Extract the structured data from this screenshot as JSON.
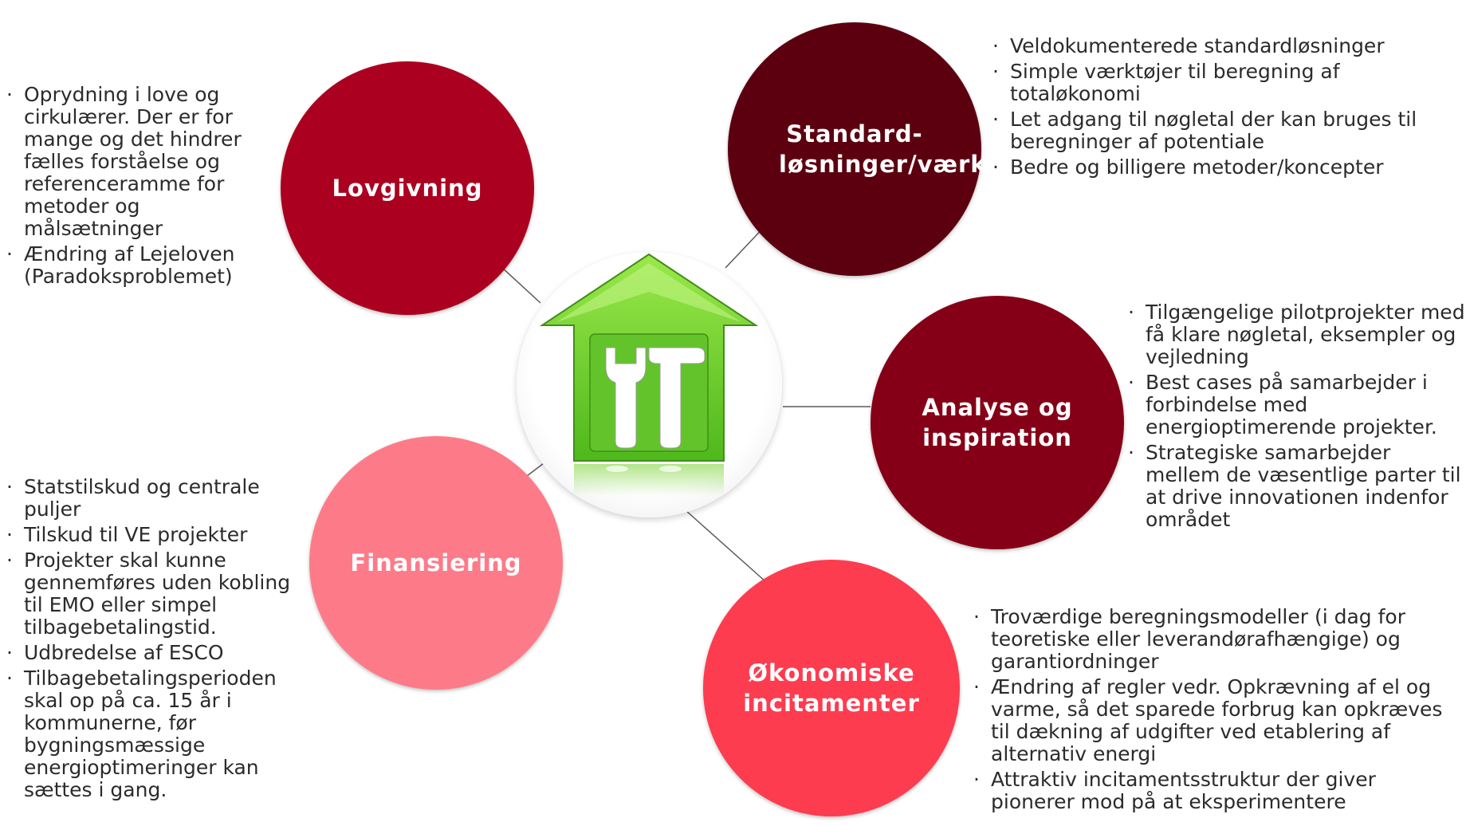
{
  "center": {
    "icon": "house-tools-icon"
  },
  "nodes": {
    "lovgivning": {
      "label": "Lovgivning",
      "color": "#ab0020",
      "bullets": [
        "Oprydning i love og cirkulærer. Der er for mange og det hindrer fælles forståelse og referenceramme for metoder og målsætninger",
        "Ændring af Lejeloven (Paradoksproblemet)"
      ]
    },
    "standard": {
      "label": "Standard-løsninger/værktøjer",
      "color": "#5c0010",
      "bullets": [
        "Veldokumenterede standardløsninger",
        "Simple værktøjer til beregning af totaløkonomi",
        "Let adgang til nøgletal der kan bruges til beregninger af potentiale",
        "Bedre og billigere metoder/koncepter"
      ]
    },
    "analyse": {
      "label": "Analyse og inspiration",
      "color": "#850017",
      "bullets": [
        "Tilgængelige pilotprojekter med få klare nøgletal, eksempler og vejledning",
        "Best cases på samarbejder i forbindelse med energioptimerende projekter.",
        "Strategiske samarbejder mellem de væsentlige parter til at drive innovationen indenfor området"
      ]
    },
    "finansiering": {
      "label": "Finansiering",
      "color": "#fd7b89",
      "bullets": [
        "Statstilskud og centrale puljer",
        "Tilskud til VE projekter",
        "Projekter skal kunne gennemføres uden kobling til EMO eller simpel tilbagebetalingstid.",
        "Udbredelse af ESCO",
        "Tilbagebetalingsperioden skal op på ca. 15 år i kommunerne, før bygningsmæssige energioptimeringer kan sættes i gang."
      ]
    },
    "okonomi": {
      "label": "Økonomiske incitamenter",
      "color": "#fd3c50",
      "bullets": [
        "Troværdige beregningsmodeller (i dag for teoretiske eller leverandørafhængige) og garantiordninger",
        "Ændring af regler vedr. Opkrævning af el og varme, så det sparede forbrug kan opkræves til dækning af udgifter ved etablering af alternativ energi",
        "Attraktiv incitamentsstruktur der giver pionerer mod på at eksperimentere"
      ]
    }
  }
}
